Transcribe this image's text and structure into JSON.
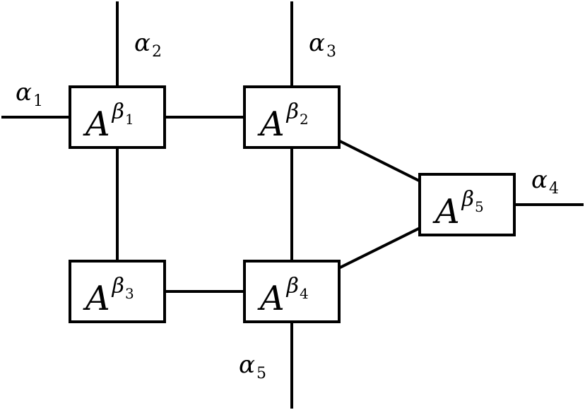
{
  "nodes": [
    {
      "id": "n1",
      "base": "A",
      "sup": "β",
      "sub": "1"
    },
    {
      "id": "n2",
      "base": "A",
      "sup": "β",
      "sub": "2"
    },
    {
      "id": "n3",
      "base": "A",
      "sup": "β",
      "sub": "3"
    },
    {
      "id": "n4",
      "base": "A",
      "sup": "β",
      "sub": "4"
    },
    {
      "id": "n5",
      "base": "A",
      "sup": "β",
      "sub": "5"
    }
  ],
  "edges": [
    [
      "n1",
      "n2"
    ],
    [
      "n1",
      "n3"
    ],
    [
      "n2",
      "n4"
    ],
    [
      "n3",
      "n4"
    ],
    [
      "n2",
      "n5"
    ],
    [
      "n4",
      "n5"
    ]
  ],
  "legs": [
    {
      "id": "l1",
      "node": "n1",
      "greek": "α",
      "sub": "1"
    },
    {
      "id": "l2",
      "node": "n1",
      "greek": "α",
      "sub": "2"
    },
    {
      "id": "l3",
      "node": "n2",
      "greek": "α",
      "sub": "3"
    },
    {
      "id": "l4",
      "node": "n5",
      "greek": "α",
      "sub": "4"
    },
    {
      "id": "l5",
      "node": "n4",
      "greek": "α",
      "sub": "5"
    }
  ],
  "colors": {
    "line": "#000000",
    "background": "#ffffff"
  }
}
